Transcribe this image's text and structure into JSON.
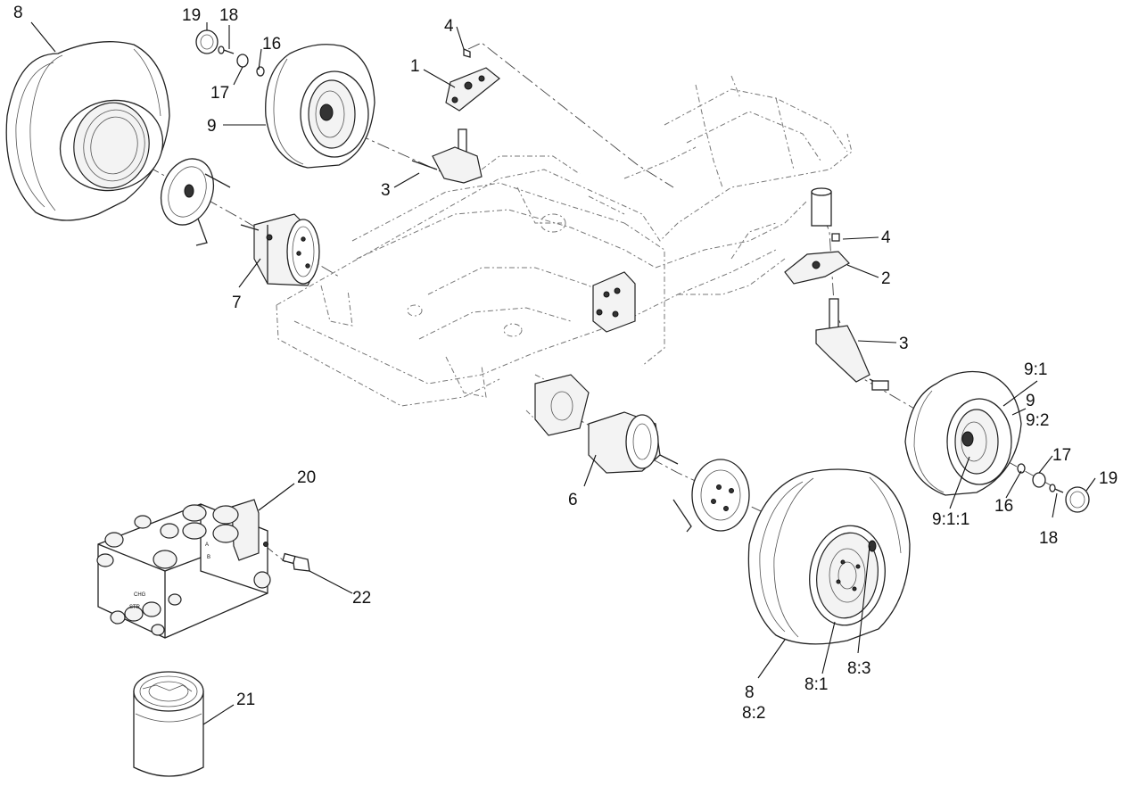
{
  "callouts": [
    {
      "id": "c8-left",
      "text": "8"
    },
    {
      "id": "c19-top",
      "text": "19"
    },
    {
      "id": "c18-top",
      "text": "18"
    },
    {
      "id": "c16-top",
      "text": "16"
    },
    {
      "id": "c17-top",
      "text": "17"
    },
    {
      "id": "c9-left",
      "text": "9"
    },
    {
      "id": "c4-top",
      "text": "4"
    },
    {
      "id": "c1",
      "text": "1"
    },
    {
      "id": "c3-top",
      "text": "3"
    },
    {
      "id": "c7",
      "text": "7"
    },
    {
      "id": "c4-right",
      "text": "4"
    },
    {
      "id": "c2",
      "text": "2"
    },
    {
      "id": "c3-right",
      "text": "3"
    },
    {
      "id": "c9-1",
      "text": "9:1"
    },
    {
      "id": "c9-right",
      "text": "9"
    },
    {
      "id": "c9-2",
      "text": "9:2"
    },
    {
      "id": "c17-right",
      "text": "17"
    },
    {
      "id": "c19-right",
      "text": "19"
    },
    {
      "id": "c16-right",
      "text": "16"
    },
    {
      "id": "c9-1-1",
      "text": "9:1:1"
    },
    {
      "id": "c18-right",
      "text": "18"
    },
    {
      "id": "c6",
      "text": "6"
    },
    {
      "id": "c20",
      "text": "20"
    },
    {
      "id": "c22",
      "text": "22"
    },
    {
      "id": "c21",
      "text": "21"
    },
    {
      "id": "c8-bottom",
      "text": "8"
    },
    {
      "id": "c8-2",
      "text": "8:2"
    },
    {
      "id": "c8-1",
      "text": "8:1"
    },
    {
      "id": "c8-3",
      "text": "8:3"
    }
  ],
  "valve_port_labels": [
    "STR",
    "CHG",
    "A",
    "B"
  ]
}
